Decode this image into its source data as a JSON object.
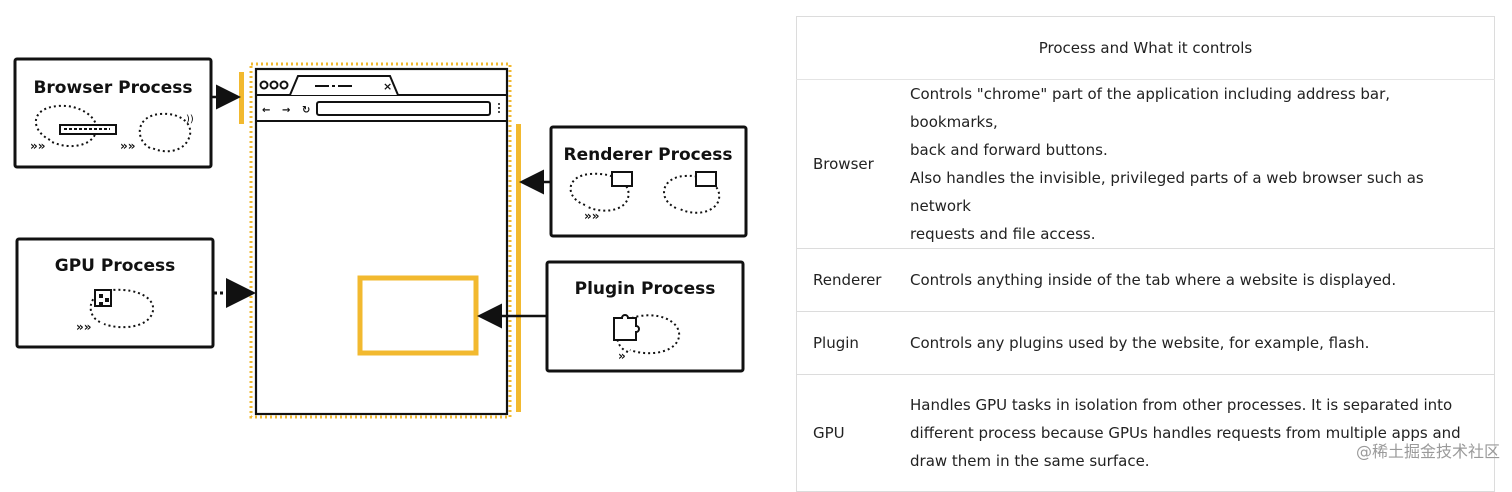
{
  "diagram": {
    "browser_process": "Browser Process",
    "gpu_process": "GPU Process",
    "renderer_process": "Renderer Process",
    "plugin_process": "Plugin Process"
  },
  "table": {
    "header": "Process and What it controls",
    "rows": [
      {
        "name": "Browser",
        "lines": [
          "Controls \"chrome\" part of the application including address bar, bookmarks,",
          "back and forward buttons.",
          "Also handles the invisible, privileged parts of a web browser such as network",
          "requests and file access."
        ]
      },
      {
        "name": "Renderer",
        "lines": [
          "Controls anything inside of the tab where a website is displayed."
        ]
      },
      {
        "name": "Plugin",
        "lines": [
          "Controls any plugins used by the website, for example, flash."
        ]
      },
      {
        "name": "GPU",
        "lines": [
          "Handles GPU tasks in isolation from other processes. It is separated into",
          "different process because GPUs handles requests from multiple apps and",
          "draw them in the same surface."
        ]
      }
    ]
  },
  "watermark": "@稀土掘金技术社区",
  "colors": {
    "accent": "#f2b92f",
    "ink": "#111111"
  }
}
